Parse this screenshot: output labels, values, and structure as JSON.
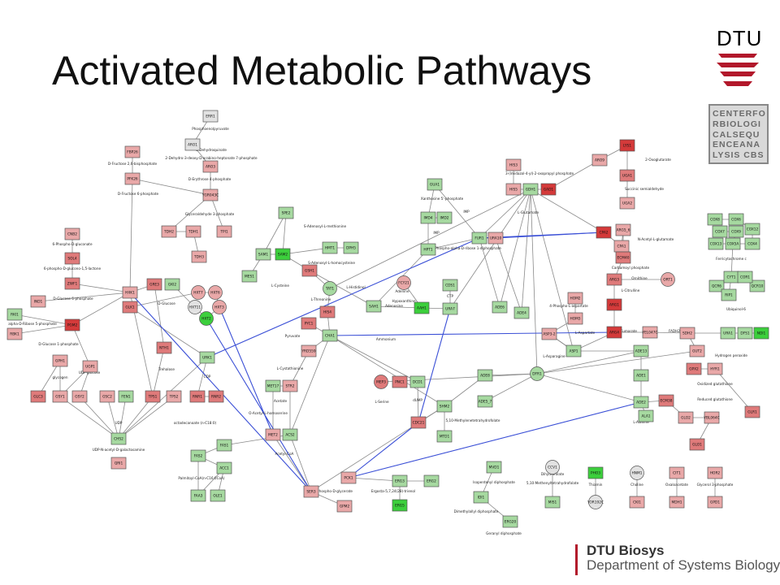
{
  "slide": {
    "title": "Activated Metabolic Pathways"
  },
  "logo": {
    "text": "DTU",
    "cbs_lines": [
      "CENTERFO",
      "RBIOLOGI",
      "CALSEQU",
      "ENCEANA",
      "LYSIS CBS"
    ]
  },
  "footer": {
    "name": "DTU Biosys",
    "department": "Department of Systems Biology"
  },
  "colors": {
    "up_strong": "#d43a3a",
    "up_mid": "#df7a7a",
    "up_light": "#e9a8a8",
    "down_strong": "#3ccf3c",
    "down_light": "#a6d9a0",
    "neutral": "#e2e2e2",
    "edge": "#8a8a8a",
    "highlight_edge": "#3a4fd6"
  },
  "network": {
    "genes": [
      {
        "id": "ERR1",
        "c": "neutral"
      },
      {
        "id": "ARO1",
        "c": "neutral"
      },
      {
        "id": "ARO3",
        "c": "up_light"
      },
      {
        "id": "YGR043C",
        "c": "up_light"
      },
      {
        "id": "TDH2",
        "c": "up_light"
      },
      {
        "id": "TDH1",
        "c": "up_light"
      },
      {
        "id": "TPI1",
        "c": "up_light"
      },
      {
        "id": "TDH3",
        "c": "up_light"
      },
      {
        "id": "FBP26",
        "c": "up_light"
      },
      {
        "id": "PFK26",
        "c": "up_light"
      },
      {
        "id": "CNB2",
        "c": "up_light"
      },
      {
        "id": "SOL4",
        "c": "up_mid"
      },
      {
        "id": "ZWF1",
        "c": "up_mid"
      },
      {
        "id": "IND1",
        "c": "up_light"
      },
      {
        "id": "RKI1",
        "c": "down_light"
      },
      {
        "id": "RBK1",
        "c": "up_light"
      },
      {
        "id": "PGM2",
        "c": "up_strong"
      },
      {
        "id": "UGP1",
        "c": "up_light"
      },
      {
        "id": "GPH1",
        "c": "up_light"
      },
      {
        "id": "GLC3",
        "c": "up_mid"
      },
      {
        "id": "GSY1",
        "c": "up_light"
      },
      {
        "id": "GSY2",
        "c": "up_light"
      },
      {
        "id": "GSC2",
        "c": "up_light"
      },
      {
        "id": "FEN1",
        "c": "down_light"
      },
      {
        "id": "TPS1",
        "c": "up_mid"
      },
      {
        "id": "TPS2",
        "c": "up_light"
      },
      {
        "id": "NTH1",
        "c": "up_mid"
      },
      {
        "id": "CHS2",
        "c": "down_light"
      },
      {
        "id": "QRI1",
        "c": "up_light"
      },
      {
        "id": "HXK1",
        "c": "up_light"
      },
      {
        "id": "GLK1",
        "c": "up_mid"
      },
      {
        "id": "GRE3",
        "c": "up_mid"
      },
      {
        "id": "GKI2",
        "c": "down_light"
      },
      {
        "id": "HXT7",
        "c": "up_light"
      },
      {
        "id": "HXT6",
        "c": "up_light"
      },
      {
        "id": "HXT11",
        "c": "neutral"
      },
      {
        "id": "HXT3",
        "c": "up_light"
      },
      {
        "id": "HXT2",
        "c": "down_strong"
      },
      {
        "id": "URK1",
        "c": "down_light"
      },
      {
        "id": "RNR1",
        "c": "up_mid"
      },
      {
        "id": "RNR2",
        "c": "up_mid"
      },
      {
        "id": "FAS1",
        "c": "down_light"
      },
      {
        "id": "FAS2",
        "c": "down_light"
      },
      {
        "id": "ACC1",
        "c": "down_light"
      },
      {
        "id": "FAA3",
        "c": "down_light"
      },
      {
        "id": "OLE1",
        "c": "down_light"
      },
      {
        "id": "SPE2",
        "c": "down_light"
      },
      {
        "id": "SAM1",
        "c": "down_light"
      },
      {
        "id": "SAM2",
        "c": "down_strong"
      },
      {
        "id": "MES1",
        "c": "down_light"
      },
      {
        "id": "HMT1",
        "c": "down_light"
      },
      {
        "id": "DPH5",
        "c": "down_light"
      },
      {
        "id": "GSH1",
        "c": "up_mid"
      },
      {
        "id": "TAT1",
        "c": "down_light"
      },
      {
        "id": "HIS4",
        "c": "up_mid"
      },
      {
        "id": "PYC1",
        "c": "up_mid"
      },
      {
        "id": "CHA1",
        "c": "down_light"
      },
      {
        "id": "YRD559",
        "c": "up_light"
      },
      {
        "id": "MET17",
        "c": "down_light"
      },
      {
        "id": "STR2",
        "c": "up_light"
      },
      {
        "id": "MET2",
        "c": "up_light"
      },
      {
        "id": "ACS2",
        "c": "down_light"
      },
      {
        "id": "SER3",
        "c": "up_light"
      },
      {
        "id": "PCK1",
        "c": "up_light"
      },
      {
        "id": "GPM2",
        "c": "up_light"
      },
      {
        "id": "GUA1",
        "c": "down_light"
      },
      {
        "id": "IMD4",
        "c": "down_light"
      },
      {
        "id": "IMD2",
        "c": "down_light"
      },
      {
        "id": "HPT1",
        "c": "down_light"
      },
      {
        "id": "FUR1",
        "c": "down_light"
      },
      {
        "id": "URA10",
        "c": "up_light"
      },
      {
        "id": "FCY21",
        "c": "up_light"
      },
      {
        "id": "SAH1",
        "c": "down_light"
      },
      {
        "id": "AAH1",
        "c": "down_strong"
      },
      {
        "id": "CDS1",
        "c": "down_light"
      },
      {
        "id": "URA7",
        "c": "down_light"
      },
      {
        "id": "ADE6",
        "c": "down_light"
      },
      {
        "id": "ADE4",
        "c": "down_light"
      },
      {
        "id": "MEP3",
        "c": "up_mid"
      },
      {
        "id": "PNC1",
        "c": "up_mid"
      },
      {
        "id": "DCD1",
        "c": "down_light"
      },
      {
        "id": "CDC21",
        "c": "up_mid"
      },
      {
        "id": "SHM2",
        "c": "down_light"
      },
      {
        "id": "MTD1",
        "c": "down_light"
      },
      {
        "id": "ADE8",
        "c": "down_light"
      },
      {
        "id": "ADE5_7",
        "c": "down_light"
      },
      {
        "id": "DFR1",
        "c": "down_light"
      },
      {
        "id": "ERG3",
        "c": "down_light"
      },
      {
        "id": "ERG2",
        "c": "down_light"
      },
      {
        "id": "ERG5",
        "c": "down_strong"
      },
      {
        "id": "HIS3",
        "c": "up_light"
      },
      {
        "id": "HIS5",
        "c": "up_light"
      },
      {
        "id": "GDH1",
        "c": "down_light"
      },
      {
        "id": "GAD1",
        "c": "up_strong"
      },
      {
        "id": "ARO9",
        "c": "up_light"
      },
      {
        "id": "LYS1",
        "c": "up_strong"
      },
      {
        "id": "UGA1",
        "c": "up_mid"
      },
      {
        "id": "UGA2",
        "c": "up_light"
      },
      {
        "id": "CPA2",
        "c": "up_strong"
      },
      {
        "id": "CPA1",
        "c": "up_light"
      },
      {
        "id": "ARG5_6",
        "c": "up_light"
      },
      {
        "id": "ECM40",
        "c": "up_mid"
      },
      {
        "id": "ARG3",
        "c": "up_mid"
      },
      {
        "id": "ORT1",
        "c": "up_light"
      },
      {
        "id": "ARG1",
        "c": "up_strong"
      },
      {
        "id": "ARG4",
        "c": "up_strong"
      },
      {
        "id": "YEL047C",
        "c": "up_light"
      },
      {
        "id": "HOM2",
        "c": "up_light"
      },
      {
        "id": "HOM3",
        "c": "up_light"
      },
      {
        "id": "ASP3-2",
        "c": "up_light"
      },
      {
        "id": "ASP1",
        "c": "down_light"
      },
      {
        "id": "ADE13",
        "c": "down_light"
      },
      {
        "id": "ADE1",
        "c": "down_light"
      },
      {
        "id": "ADE2",
        "c": "down_light"
      },
      {
        "id": "ALA1",
        "c": "down_light"
      },
      {
        "id": "ECM38",
        "c": "up_mid"
      },
      {
        "id": "GLO2",
        "c": "up_light"
      },
      {
        "id": "YBL064C",
        "c": "up_light"
      },
      {
        "id": "GLO1",
        "c": "up_mid"
      },
      {
        "id": "GPX2",
        "c": "up_mid"
      },
      {
        "id": "HYR1",
        "c": "up_light"
      },
      {
        "id": "GLR1",
        "c": "up_mid"
      },
      {
        "id": "SDH2",
        "c": "up_light"
      },
      {
        "id": "GUT2",
        "c": "up_light"
      },
      {
        "id": "URA1",
        "c": "down_light"
      },
      {
        "id": "DFS1",
        "c": "down_light"
      },
      {
        "id": "NDI1",
        "c": "down_strong"
      },
      {
        "id": "QCR6",
        "c": "down_light"
      },
      {
        "id": "CYT1",
        "c": "down_light"
      },
      {
        "id": "RIP1",
        "c": "down_light"
      },
      {
        "id": "QCR10",
        "c": "down_light"
      },
      {
        "id": "COR1",
        "c": "down_light"
      },
      {
        "id": "MVD1",
        "c": "down_light"
      },
      {
        "id": "IDI1",
        "c": "down_light"
      },
      {
        "id": "ERG20",
        "c": "down_light"
      },
      {
        "id": "CCV1",
        "c": "neutral"
      },
      {
        "id": "MIS1",
        "c": "down_light"
      },
      {
        "id": "PHO3",
        "c": "down_strong"
      },
      {
        "id": "YOR192C",
        "c": "neutral"
      },
      {
        "id": "HNM1",
        "c": "neutral"
      },
      {
        "id": "CKI1",
        "c": "up_light"
      },
      {
        "id": "CIT1",
        "c": "up_light"
      },
      {
        "id": "MDH1",
        "c": "up_light"
      },
      {
        "id": "HOR2",
        "c": "up_light"
      },
      {
        "id": "GPD1",
        "c": "up_light"
      },
      {
        "id": "COX5A",
        "c": "down_light"
      },
      {
        "id": "COX8",
        "c": "down_light"
      },
      {
        "id": "COX6",
        "c": "down_light"
      },
      {
        "id": "COX12",
        "c": "down_light"
      },
      {
        "id": "COX7",
        "c": "down_light"
      },
      {
        "id": "COX4",
        "c": "down_light"
      },
      {
        "id": "COX13",
        "c": "down_light"
      },
      {
        "id": "COX9",
        "c": "down_light"
      }
    ],
    "metabolites": [
      "Phosphoenolpyruvate",
      "3-Dehydroquinate",
      "2-Dehydro-3-deoxy-D-arabino-heptonate 7-phosphate",
      "D-Erythrose 4-phosphate",
      "Glyceraldehyde 3-phosphate",
      "D-Fructose 2,6-bisphosphate",
      "D-Fructose 6-phosphate",
      "6-Phospho-D-gluconate",
      "6-phospho-D-glucono-1,5-lactone",
      "D-Glucose 6-phosphate",
      "alpha-D-Ribose 5-phosphate",
      "D-Glucose 1-phosphate",
      "glycogen",
      "UDP-glucose",
      "Trehalose",
      "D-Glucose",
      "UDP",
      "UDP-N-acetyl-D-galactosamine",
      "CDP",
      "octadecanoate (n-C18:0)",
      "Palmitoyl-CoA(n-C16:0CoA)",
      "Acetyl-CoA",
      "O-Acetyl-L-homoserine",
      "Acetate",
      "L-Cystathionine",
      "S-Adenosyl-L-methionine",
      "S-Adenosyl-L-homocysteine",
      "L-Cysteine",
      "L-Histidinol",
      "L-Threonine",
      "Pyruvate",
      "Adenosine",
      "Adenine",
      "Hypoxanthine",
      "Xanthosine 5'-phosphate",
      "IMP",
      "5-Phospho-alpha-D-ribose 1-diphosphate",
      "CTP",
      "Ammonium",
      "dUMP",
      "L-Serine",
      "5,10-Methylenetetrahydrofolate",
      "3-Phospho-D-glycerate",
      "Ergosta-5,7,24(28)-trienol",
      "L-Glutamate",
      "2-Oxoglutarate",
      "Succinic semialdehyde",
      "3-(Imidazol-4-yl)-2-oxopropyl phosphate",
      "N-Acetyl-L-glutamate",
      "Carbamoyl phosphate",
      "Ornithine",
      "L-Citrulline",
      "Fumarate",
      "L-Aspartate",
      "4-Phospho-L-aspartate",
      "L-Asparagine",
      "L-Alanine",
      "Reduced glutathione",
      "Hydrogen peroxide",
      "Oxidized glutathione",
      "Ferricytochrome c",
      "Ubiquinol-6",
      "FADH2",
      "Isopentenyl diphosphate",
      "Geranyl diphosphate",
      "Dimethylallyl diphosphate",
      "5,10-Methenyltetrahydrofolate",
      "Dihydrofolate",
      "Thiamin",
      "Choline",
      "Oxaloacetate",
      "Glycerol 3-phosphate",
      "IMP"
    ]
  }
}
